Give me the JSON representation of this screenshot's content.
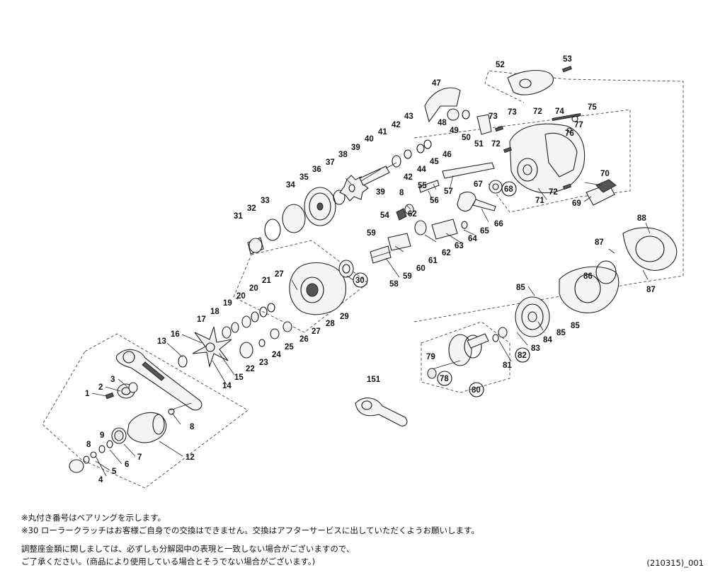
{
  "callouts": {
    "n1": "1",
    "n2": "2",
    "n3": "3",
    "n4": "4",
    "n5": "5",
    "n6": "6",
    "n7": "7",
    "n8a": "8",
    "n8b": "8",
    "n8c": "8",
    "n9": "9",
    "n12": "12",
    "n13": "13",
    "n14": "14",
    "n15": "15",
    "n16": "16",
    "n17": "17",
    "n18": "18",
    "n19": "19",
    "n20a": "20",
    "n20b": "20",
    "n21": "21",
    "n22": "22",
    "n23": "23",
    "n24": "24",
    "n25": "25",
    "n26": "26",
    "n27a": "27",
    "n27b": "27",
    "n28": "28",
    "n29": "29",
    "n30": "30",
    "n31": "31",
    "n32": "32",
    "n33": "33",
    "n34": "34",
    "n35": "35",
    "n36": "36",
    "n37": "37",
    "n38": "38",
    "n39a": "39",
    "n39b": "39",
    "n40": "40",
    "n41": "41",
    "n42a": "42",
    "n42b": "42",
    "n43": "43",
    "n44": "44",
    "n45": "45",
    "n46": "46",
    "n47": "47",
    "n48": "48",
    "n49": "49",
    "n50": "50",
    "n51": "51",
    "n52": "52",
    "n53": "53",
    "n54": "54",
    "n55": "55",
    "n56": "56",
    "n57": "57",
    "n58": "58",
    "n59a": "59",
    "n59b": "59",
    "n60": "60",
    "n61": "61",
    "n62a": "62",
    "n62b": "62",
    "n63": "63",
    "n64": "64",
    "n65": "65",
    "n66": "66",
    "n67": "67",
    "n68": "68",
    "n69": "69",
    "n70": "70",
    "n71": "71",
    "n72a": "72",
    "n72b": "72",
    "n72c": "72",
    "n73a": "73",
    "n73b": "73",
    "n74": "74",
    "n75": "75",
    "n76": "76",
    "n77": "77",
    "n78": "78",
    "n79": "79",
    "n80": "80",
    "n81": "81",
    "n82": "82",
    "n83": "83",
    "n84": "84",
    "n85a": "85",
    "n85b": "85",
    "n85c": "85",
    "n86": "86",
    "n87a": "87",
    "n87b": "87",
    "n88": "88",
    "n151": "151"
  },
  "notes": {
    "line1": "※丸付き番号はベアリングを示します。",
    "line2": "※30 ローラークラッチはお客様ご自身での交換はできません。交換はアフターサービスに出していただくようお願いします。",
    "line3": "調整座金類に関しましては、必ずしも分解図中の表現と一致しない場合がございますので、",
    "line4": "ご了承ください。(商品により使用している場合とそうでない場合がございます。)"
  },
  "code": "(210315)_001"
}
